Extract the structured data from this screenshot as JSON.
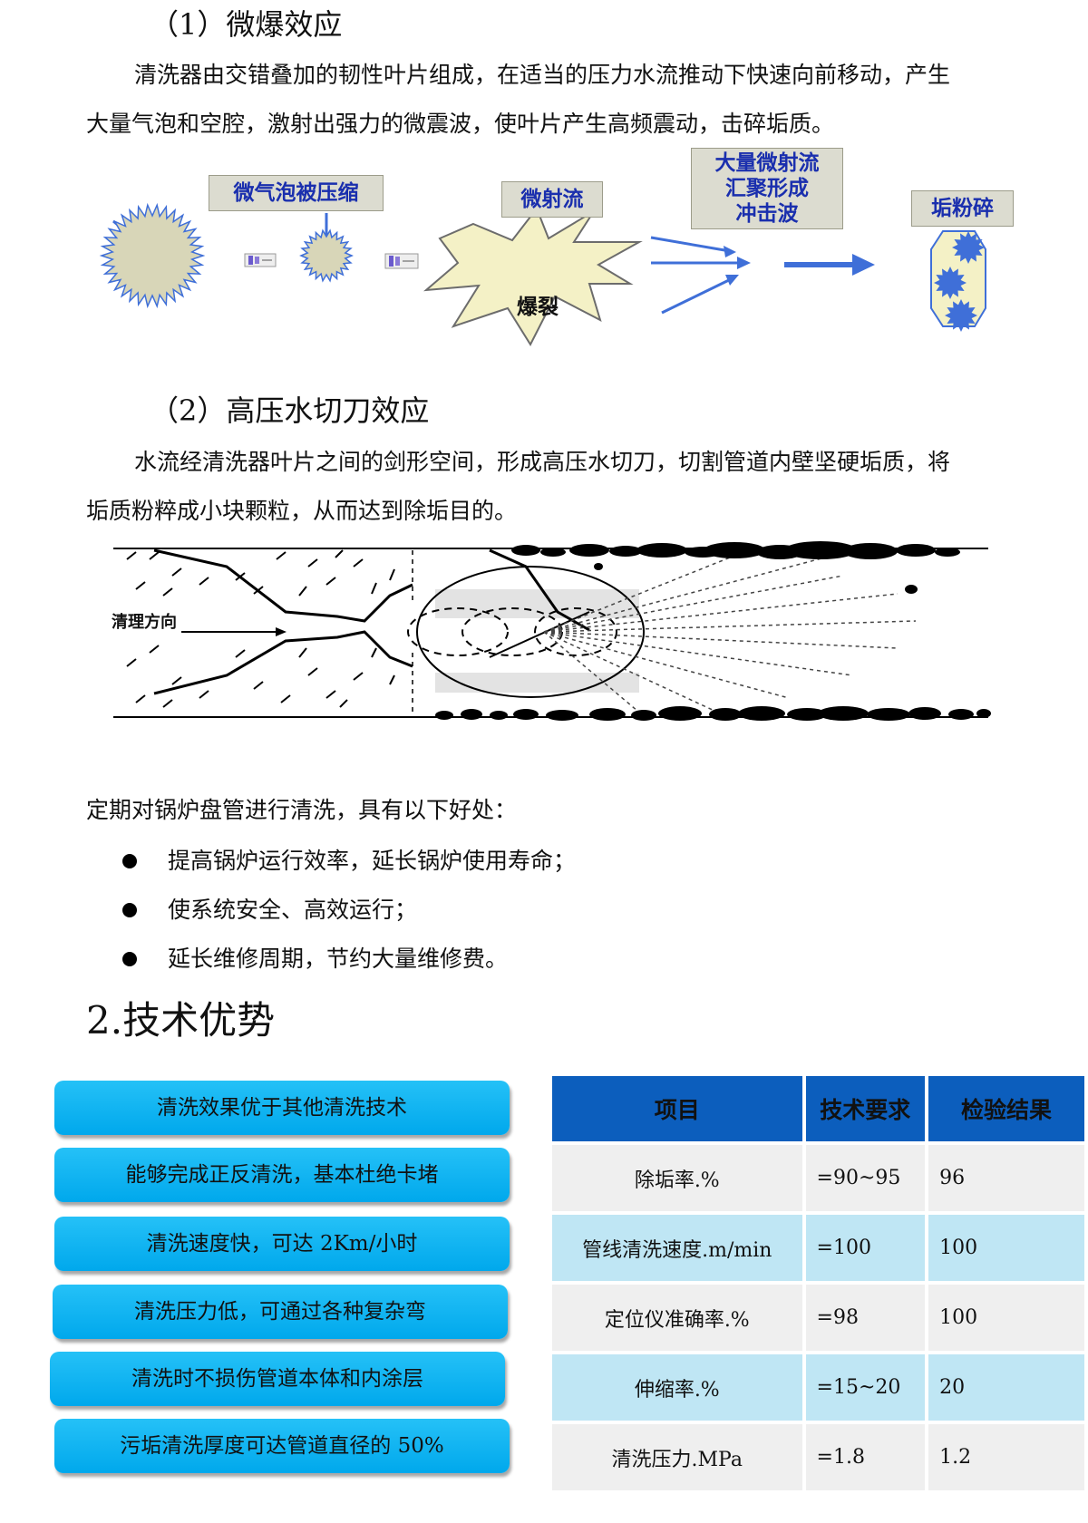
{
  "section1": {
    "heading": "（1）微爆效应",
    "para_line1": "清洗器由交错叠加的韧性叶片组成，在适当的压力水流推动下快速向前移动，产生",
    "para_line2": "大量气泡和空腔，激射出强力的微震波，使叶片产生高频震动，击碎垢质。"
  },
  "diagram1": {
    "label_compress": "微气泡被压缩",
    "label_microjet": "微射流",
    "label_shock_1": "大量微射流",
    "label_shock_2": "汇聚形成",
    "label_shock_3": "冲击波",
    "label_crush": "垢粉碎",
    "label_burst": "爆裂"
  },
  "section2": {
    "heading": "（2）高压水切刀效应",
    "para_line1": "水流经清洗器叶片之间的剑形空间，形成高压水切刀，切割管道内壁坚硬垢质，将",
    "para_line2": "垢质粉粹成小块颗粒，从而达到除垢目的。"
  },
  "diagram2": {
    "direction_label": "清理方向"
  },
  "benefits": {
    "intro": "定期对锅炉盘管进行清洗，具有以下好处：",
    "items": [
      "提高锅炉运行效率，延长锅炉使用寿命；",
      "使系统安全、高效运行；",
      "延长维修周期，节约大量维修费。"
    ]
  },
  "advantages": {
    "heading": "2.技术优势",
    "pills": [
      "清洗效果优于其他清洗技术",
      "能够完成正反清洗，基本杜绝卡堵",
      "清洗速度快，可达 2Km/小时",
      "清洗压力低，可通过各种复杂弯",
      "清洗时不损伤管道本体和内涂层",
      "污垢清洗厚度可达管道直径的 50%"
    ]
  },
  "spec_table": {
    "headers": [
      "项目",
      "技术要求",
      "检验结果"
    ],
    "rows": [
      [
        "除垢率.%",
        "=90~95",
        "96"
      ],
      [
        "管线清洗速度.m/min",
        "=100",
        "100"
      ],
      [
        "定位仪准确率.%",
        "=98",
        "100"
      ],
      [
        "伸缩率.%",
        "=15~20",
        "20"
      ],
      [
        "清洗压力.MPa",
        "=1.8",
        "1.2"
      ]
    ]
  },
  "colors": {
    "header_blue": "#0c5ebd",
    "pill_blue": "#00a8ec",
    "row_blue": "#bfe6f4",
    "row_gray": "#efefef",
    "tag_bg": "#dcdcd0",
    "tag_text": "#1a2fae",
    "arrow_blue": "#3f6fd8"
  }
}
